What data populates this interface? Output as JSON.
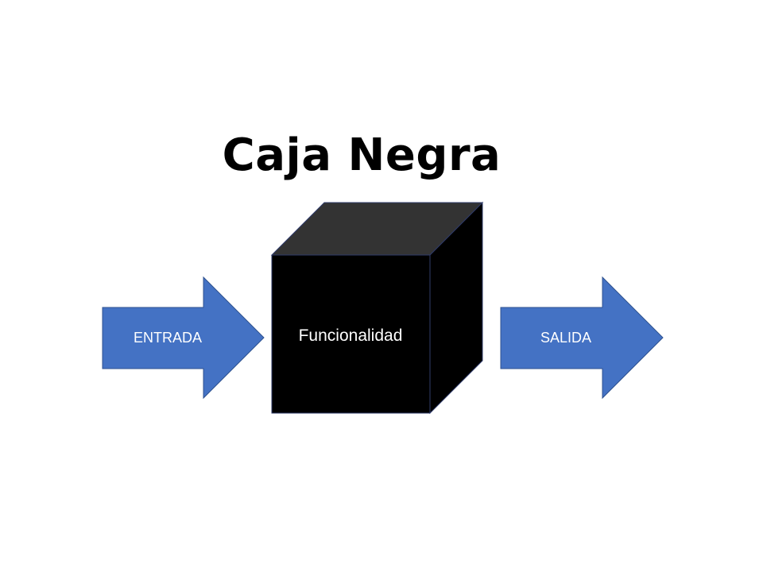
{
  "title": "Caja Negra",
  "input_arrow": {
    "label": "ENTRADA"
  },
  "black_box": {
    "label": "Funcionalidad"
  },
  "output_arrow": {
    "label": "SALIDA"
  },
  "colors": {
    "arrow_fill": "#4472C4",
    "arrow_stroke": "#2F528F",
    "box_front": "#000000",
    "box_top": "#333333",
    "box_side": "#000000",
    "box_edge": "#2F3B6A",
    "label_text": "#ffffff",
    "title_text": "#000000"
  }
}
